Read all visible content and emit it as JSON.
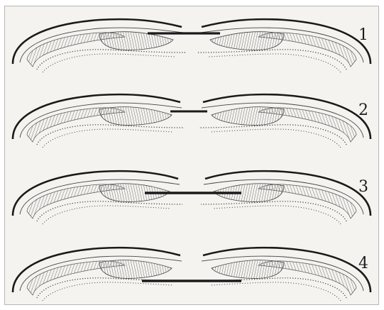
{
  "panels": [
    {
      "label": "1"
    },
    {
      "label": "2"
    },
    {
      "label": "3"
    },
    {
      "label": "4"
    }
  ],
  "colors": {
    "background": "#f4f3f0",
    "outline": "#1a1a1a",
    "hatch": "#8a8a8a",
    "dots": "#3a3a3a",
    "border": "#b9b6b0"
  }
}
